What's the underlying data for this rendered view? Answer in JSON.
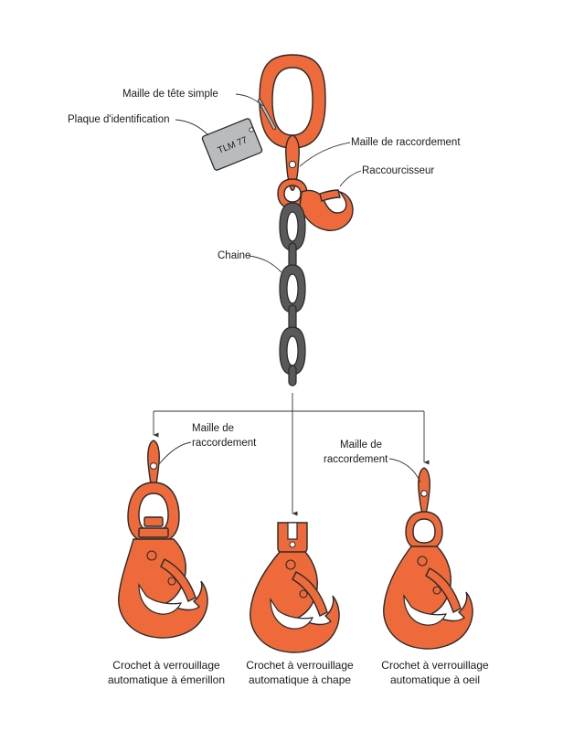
{
  "labels": {
    "master_link": "Maille de tête simple",
    "id_tag": "Plaque d'identification",
    "id_tag_text": "TLM 77",
    "connecting_link_top": "Maille de raccordement",
    "shortener": "Raccourcisseur",
    "chain": "Chaine",
    "connecting_link_left_1": "Maille de",
    "connecting_link_left_2": "raccordement",
    "connecting_link_right_1": "Maille de",
    "connecting_link_right_2": "raccordement"
  },
  "hooks": [
    {
      "line1": "Crochet à verrouillage",
      "line2": "automatique à émerillon"
    },
    {
      "line1": "Crochet à verrouillage",
      "line2": "automatique à chape"
    },
    {
      "line1": "Crochet à verrouillage",
      "line2": "automatique à oeil"
    }
  ],
  "colors": {
    "hardware": "#ee6a3a",
    "chain": "#58595b",
    "tag": "#b9bcbf",
    "outline": "#2a2a2a"
  }
}
